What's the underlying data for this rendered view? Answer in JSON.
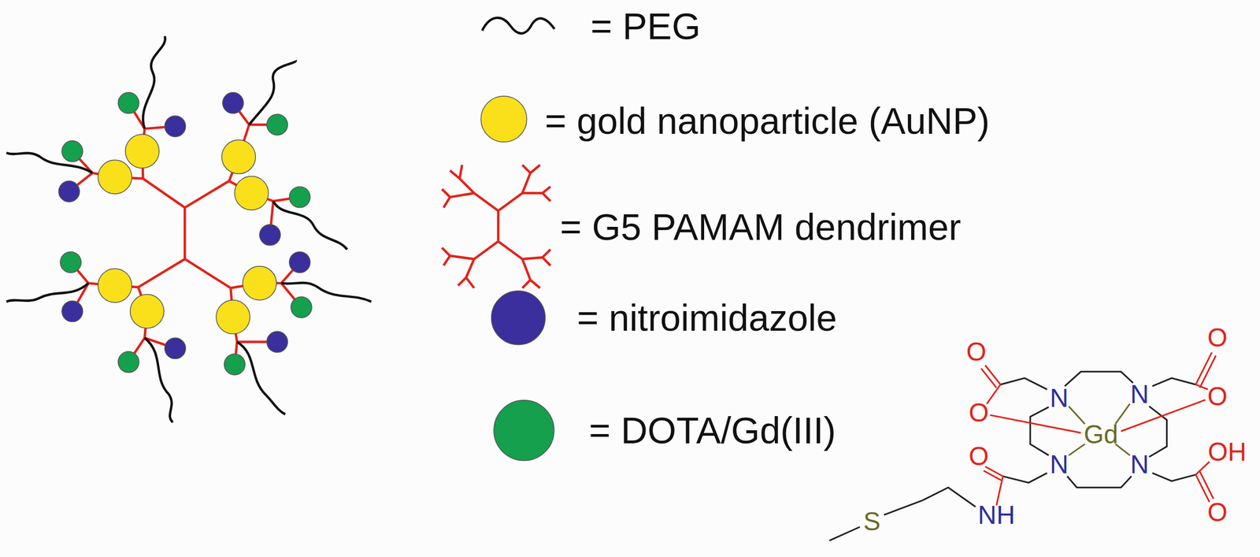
{
  "diagram": {
    "labels": [
      "O",
      "O",
      "N",
      "N",
      "O",
      "Gd",
      "O",
      "O",
      "N",
      "N",
      "OH",
      "O",
      "S",
      "NH"
    ],
    "legend": [
      {
        "text": "= PEG"
      },
      {
        "text": "= gold nanoparticle (AuNP)",
        "color": "#f9e01b"
      },
      {
        "text": "= G5 PAMAM dendrimer"
      },
      {
        "text": "= nitroimidazole",
        "color": "#3b2e9d"
      },
      {
        "text": "= DOTA/Gd(III)",
        "color": "#14a04d"
      }
    ]
  }
}
